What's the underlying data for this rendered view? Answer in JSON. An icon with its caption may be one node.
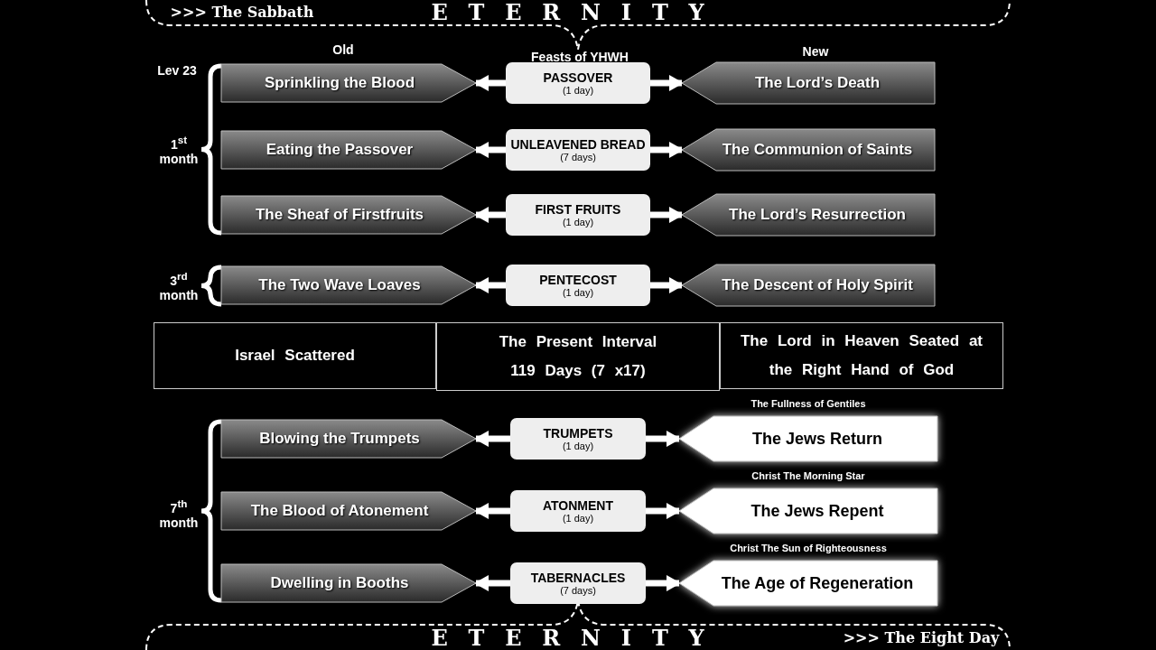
{
  "diagram": {
    "nodes": [
      {
        "text": [
          "Sprinkling the Blood"
        ]
      },
      {
        "text": [
          "PASSOVER",
          "(1 day)"
        ]
      },
      {
        "text": [
          "The Lord’s Death"
        ]
      },
      {
        "text": [
          "Eating the Passover"
        ]
      },
      {
        "text": [
          "UNLEAVENED BREAD",
          "(7 days)"
        ]
      },
      {
        "text": [
          "The Communion of Saints"
        ]
      },
      {
        "text": [
          "The Sheaf of Firstfruits"
        ]
      },
      {
        "text": [
          "FIRST FRUITS",
          "(1 day)"
        ]
      },
      {
        "text": [
          "The Lord’s Resurrection"
        ]
      },
      {
        "text": [
          "The Two Wave Loaves"
        ]
      },
      {
        "text": [
          "PENTECOST",
          "(1 day)"
        ]
      },
      {
        "text": [
          "The Descent of Holy Spirit"
        ]
      },
      {
        "text": [
          "Israel Scattered"
        ]
      },
      {
        "text": [
          "The Present Interval",
          "119 Days (7 x17)"
        ]
      },
      {
        "text": [
          "The Lord in Heaven Seated at the Right Hand of God"
        ]
      },
      {
        "text": [
          "Blowing the Trumpets"
        ]
      },
      {
        "text": [
          "TRUMPETS",
          "(1 day)"
        ]
      },
      {
        "text": [
          "The Jews Return"
        ],
        "beside": [
          "The Fullness of Gentiles"
        ]
      },
      {
        "text": [
          "The Blood of Atonement"
        ]
      },
      {
        "text": [
          "ATONMENT",
          "(1 day)"
        ]
      },
      {
        "text": [
          "The Jews Repent"
        ],
        "beside": [
          "Christ The Morning Star"
        ]
      },
      {
        "text": [
          "Dwelling in Booths"
        ]
      },
      {
        "text": [
          "TABERNACLES",
          "(7 days)"
        ]
      },
      {
        "text": [
          "The Age of Regeneration"
        ],
        "beside": [
          "Christ The Sun of Righteousness"
        ]
      }
    ],
    "edges": [
      {
        "from": 1,
        "to": 0,
        "arrow": "to"
      },
      {
        "from": 1,
        "to": 2,
        "arrow": "to"
      },
      {
        "from": 4,
        "to": 3,
        "arrow": "to"
      },
      {
        "from": 4,
        "to": 5,
        "arrow": "to"
      },
      {
        "from": 7,
        "to": 6,
        "arrow": "to"
      },
      {
        "from": 7,
        "to": 8,
        "arrow": "to"
      },
      {
        "from": 10,
        "to": 9,
        "arrow": "to"
      },
      {
        "from": 10,
        "to": 11,
        "arrow": "to"
      },
      {
        "from": 16,
        "to": 15,
        "arrow": "to"
      },
      {
        "from": 16,
        "to": 17,
        "arrow": "to"
      },
      {
        "from": 19,
        "to": 18,
        "arrow": "to"
      },
      {
        "from": 19,
        "to": 20,
        "arrow": "to"
      },
      {
        "from": 22,
        "to": 21,
        "arrow": "to"
      },
      {
        "from": 22,
        "to": 23,
        "arrow": "to"
      }
    ],
    "labels": [
      ">>> The Sabbath",
      "ETERNITY",
      "Old",
      "Feasts of YHWH",
      "New",
      "Lev 23",
      "1$^{st}$ month",
      "3$^{rd}$ month",
      "7$^{th}$ month",
      "ETERNITY",
      ">>> The Eight Day"
    ]
  }
}
